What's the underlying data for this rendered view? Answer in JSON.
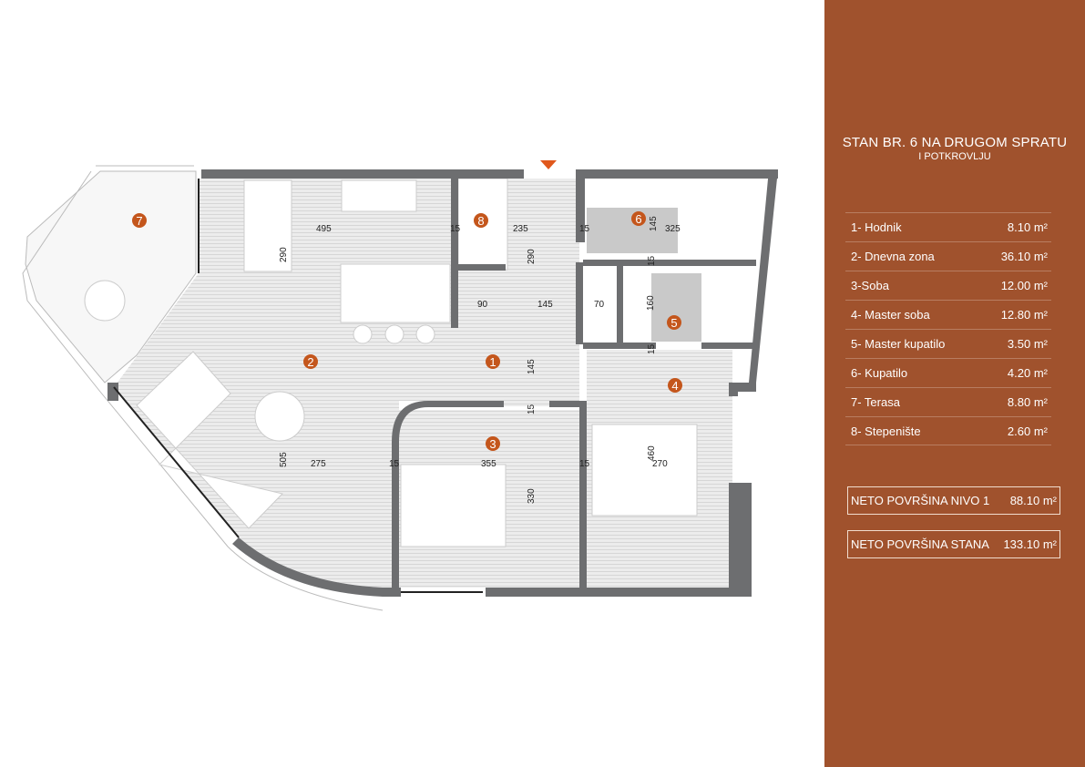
{
  "panel": {
    "title": "STAN BR. 6 NA DRUGOM SPRATU",
    "subtitle": "I POTKROVLJU",
    "rooms": [
      {
        "label": "1- Hodnik",
        "area": "8.10 m²"
      },
      {
        "label": "2- Dnevna zona",
        "area": "36.10 m²"
      },
      {
        "label": "3-Soba",
        "area": "12.00 m²"
      },
      {
        "label": "4- Master soba",
        "area": "12.80 m²"
      },
      {
        "label": "5- Master kupatilo",
        "area": "3.50 m²"
      },
      {
        "label": "6- Kupatilo",
        "area": "4.20 m²"
      },
      {
        "label": "7- Terasa",
        "area": "8.80 m²"
      },
      {
        "label": "8- Stepenište",
        "area": "2.60 m²"
      }
    ],
    "totals": [
      {
        "label": "NETO POVRŠINA NIVO 1",
        "area": "88.10 m²"
      },
      {
        "label": "NETO POVRŠINA STANA",
        "area": "133.10 m²"
      }
    ]
  },
  "plan": {
    "room_numbers": [
      "1",
      "2",
      "3",
      "4",
      "5",
      "6",
      "7",
      "8"
    ],
    "dimensions": [
      "495",
      "290",
      "15",
      "235",
      "290",
      "15",
      "145",
      "325",
      "15",
      "90",
      "145",
      "70",
      "160",
      "15",
      "145",
      "15",
      "505",
      "275",
      "15",
      "355",
      "330",
      "15",
      "460",
      "270"
    ]
  },
  "colors": {
    "panel": "#a0522d",
    "marker": "#c4561c",
    "wall": "#6d6e70",
    "floor": "#e4e4e4"
  }
}
